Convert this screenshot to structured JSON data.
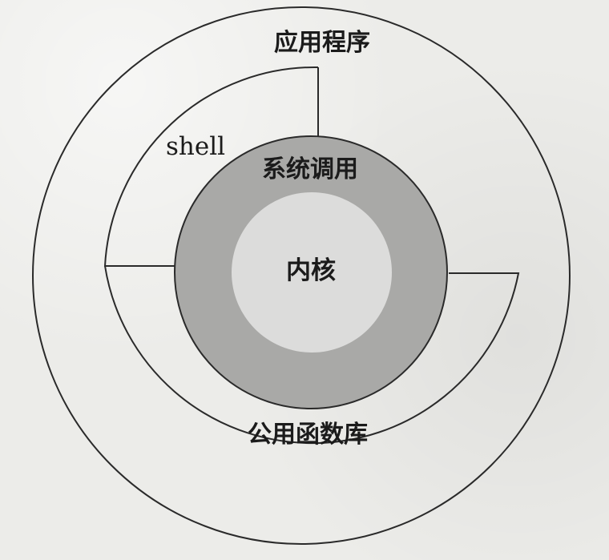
{
  "diagram": {
    "layers": {
      "applications": "应用程序",
      "shell": "shell",
      "system_calls": "系统调用",
      "kernel": "内核",
      "library_routines": "公用函数库"
    },
    "colors": {
      "background": "#ecece9",
      "line": "#2a2a2a",
      "system_call_ring": "#a9a9a7",
      "kernel_core": "#dcdcdb"
    }
  }
}
